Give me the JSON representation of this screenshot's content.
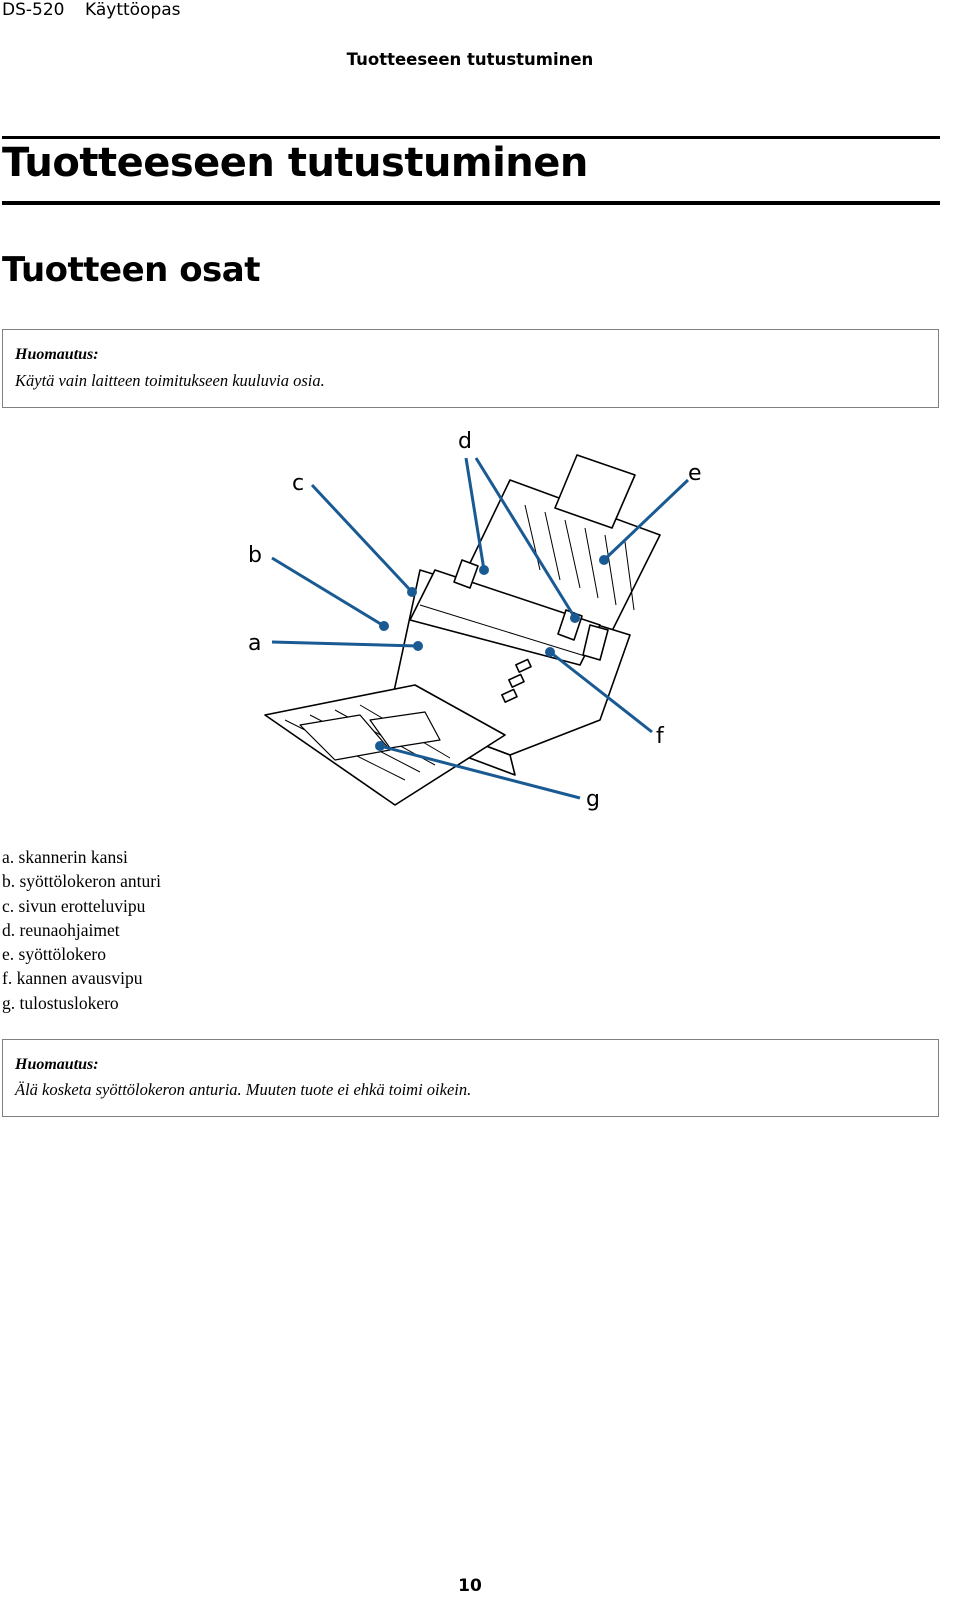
{
  "header": {
    "model": "DS-520",
    "guide": "Käyttöopas",
    "section": "Tuotteeseen tutustuminen"
  },
  "chapter_title": "Tuotteeseen tutustuminen",
  "section_title": "Tuotteen osat",
  "note1": {
    "heading": "Huomautus:",
    "text": "Käytä vain laitteen toimitukseen kuuluvia osia."
  },
  "diagram": {
    "callouts": [
      {
        "letter": "a"
      },
      {
        "letter": "b"
      },
      {
        "letter": "c"
      },
      {
        "letter": "d"
      },
      {
        "letter": "e"
      },
      {
        "letter": "f"
      },
      {
        "letter": "g"
      }
    ],
    "callout_color": "#1a5a93"
  },
  "legend": [
    "a. skannerin kansi",
    "b. syöttölokeron anturi",
    "c. sivun erotteluvipu",
    "d. reunaohjaimet",
    "e. syöttölokero",
    "f. kannen avausvipu",
    "g. tulostuslokero"
  ],
  "note2": {
    "heading": "Huomautus:",
    "text": "Älä kosketa syöttölokeron anturia. Muuten tuote ei ehkä toimi oikein."
  },
  "page_number": "10"
}
